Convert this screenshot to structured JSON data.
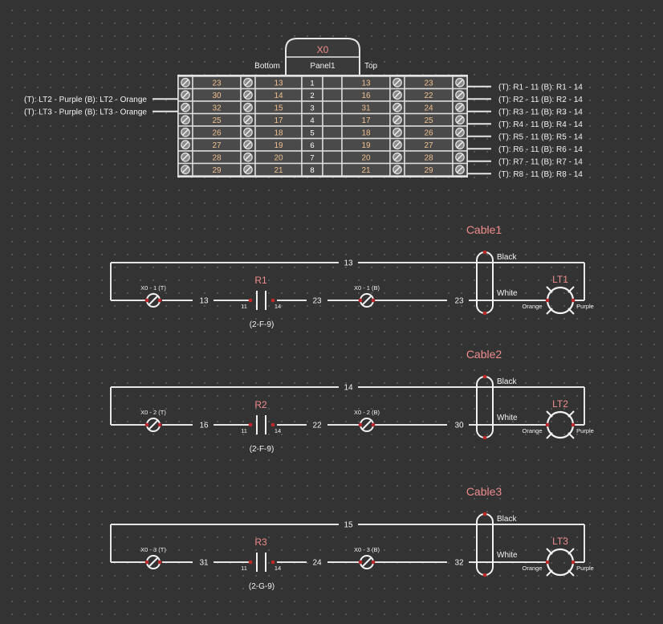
{
  "panel": {
    "title": "X0",
    "bottom_label": "Bottom",
    "name": "Panel1",
    "top_label": "Top",
    "rows": [
      {
        "c1": "23",
        "c2": "13",
        "idx": "1",
        "c3": "13",
        "c4": "23",
        "right": "(T): R1 - 11  (B): R1 - 14"
      },
      {
        "c1": "30",
        "c2": "14",
        "idx": "2",
        "c3": "16",
        "c4": "22",
        "right": "(T): R2 - 11  (B): R2 - 14"
      },
      {
        "c1": "32",
        "c2": "15",
        "idx": "3",
        "c3": "31",
        "c4": "24",
        "right": "(T): R3 - 11  (B): R3 - 14"
      },
      {
        "c1": "25",
        "c2": "17",
        "idx": "4",
        "c3": "17",
        "c4": "25",
        "right": "(T): R4 - 11  (B): R4 - 14"
      },
      {
        "c1": "26",
        "c2": "18",
        "idx": "5",
        "c3": "18",
        "c4": "26",
        "right": "(T): R5 - 11  (B): R5 - 14"
      },
      {
        "c1": "27",
        "c2": "19",
        "idx": "6",
        "c3": "19",
        "c4": "27",
        "right": "(T): R6 - 11  (B): R6 - 14"
      },
      {
        "c1": "28",
        "c2": "20",
        "idx": "7",
        "c3": "20",
        "c4": "28",
        "right": "(T): R7 - 11  (B): R7 - 14"
      },
      {
        "c1": "29",
        "c2": "21",
        "idx": "8",
        "c3": "21",
        "c4": "29",
        "right": "(T): R8 - 11  (B): R8 - 14"
      }
    ],
    "left_notes": [
      {
        "row": 2,
        "text": "(T): LT2 - Purple  (B): LT2 - Orange"
      },
      {
        "row": 3,
        "text": "(T): LT3 - Purple  (B): LT3 - Orange"
      }
    ]
  },
  "circuits": [
    {
      "cable": "Cable1",
      "top_wire": "13",
      "wire_a": "13",
      "wire_b": "23",
      "wire_c": "23",
      "term1": "X0 - 1 (T)",
      "term2": "X0 - 1 (B)",
      "relay": "R1",
      "pin_a": "11",
      "pin_b": "14",
      "ref": "(2-F-9)",
      "black": "Black",
      "white": "White",
      "lamp": "LT1",
      "orange": "Orange",
      "purple": "Purple"
    },
    {
      "cable": "Cable2",
      "top_wire": "14",
      "wire_a": "16",
      "wire_b": "22",
      "wire_c": "30",
      "term1": "X0 - 2 (T)",
      "term2": "X0 - 2 (B)",
      "relay": "R2",
      "pin_a": "11",
      "pin_b": "14",
      "ref": "(2-F-9)",
      "black": "Black",
      "white": "White",
      "lamp": "LT2",
      "orange": "Orange",
      "purple": "Purple"
    },
    {
      "cable": "Cable3",
      "top_wire": "15",
      "wire_a": "31",
      "wire_b": "24",
      "wire_c": "32",
      "term1": "X0 - 3 (T)",
      "term2": "X0 - 3 (B)",
      "relay": "R3",
      "pin_a": "11",
      "pin_b": "14",
      "ref": "(2-G-9)",
      "black": "Black",
      "white": "White",
      "lamp": "LT3",
      "orange": "Orange",
      "purple": "Purple"
    }
  ]
}
